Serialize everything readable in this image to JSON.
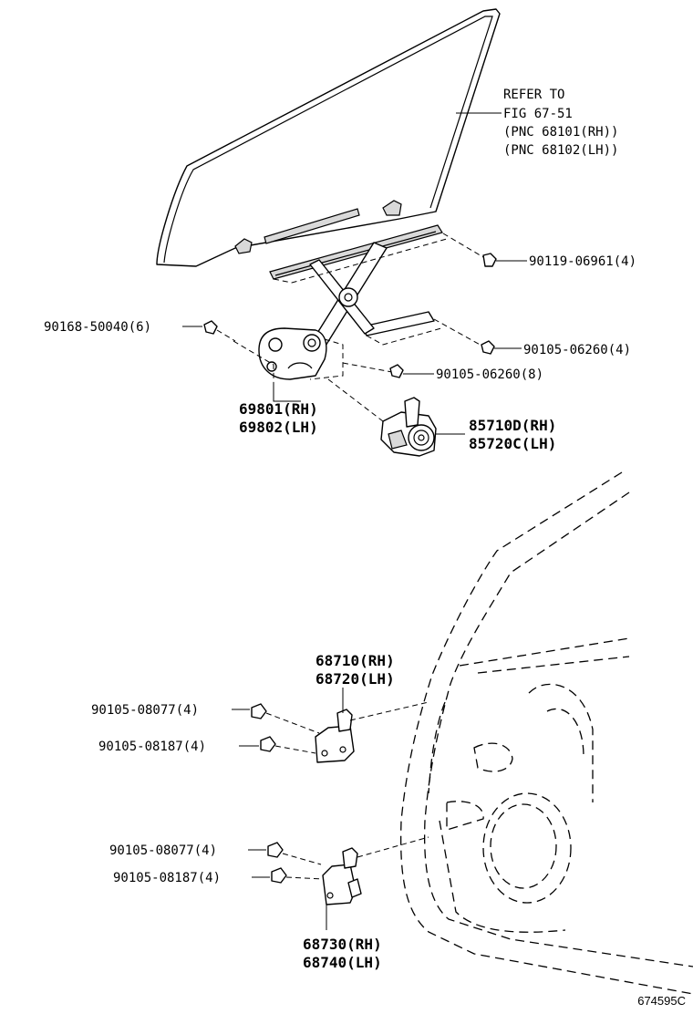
{
  "refer_note": {
    "line1": "REFER TO",
    "line2": "FIG 67-51",
    "line3": "(PNC 68101(RH))",
    "line4": "(PNC 68102(LH))"
  },
  "labels": {
    "bolt_90119_06961": "90119-06961(4)",
    "bolt_90168_50040": "90168-50040(6)",
    "bolt_90105_06260_4": "90105-06260(4)",
    "bolt_90105_06260_8": "90105-06260(8)",
    "regulator_rh": "69801(RH)",
    "regulator_lh": "69802(LH)",
    "motor_rh": "85710D(RH)",
    "motor_lh": "85720C(LH)",
    "upper_hinge_rh": "68710(RH)",
    "upper_hinge_lh": "68720(LH)",
    "bolt_upper_08077": "90105-08077(4)",
    "bolt_upper_08187": "90105-08187(4)",
    "bolt_lower_08077": "90105-08077(4)",
    "bolt_lower_08187": "90105-08187(4)",
    "lower_hinge_rh": "68730(RH)",
    "lower_hinge_lh": "68740(LH)"
  },
  "figure_code": "674595C"
}
